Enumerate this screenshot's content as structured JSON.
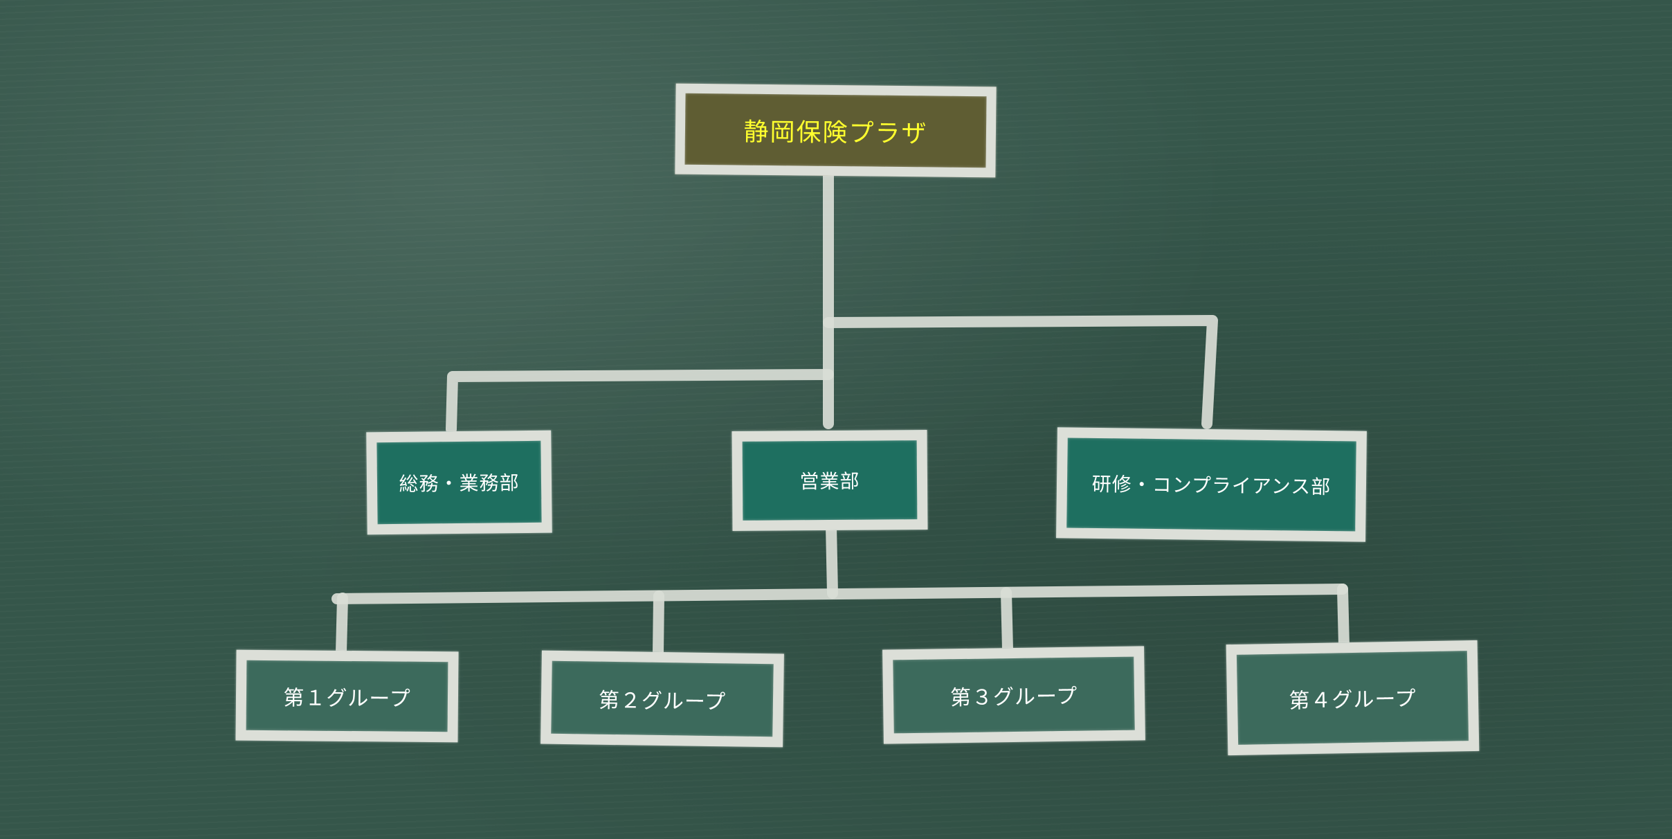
{
  "diagram": {
    "root": {
      "label": "静岡保険プラザ"
    },
    "departments": [
      {
        "label": "総務・業務部"
      },
      {
        "label": "営業部"
      },
      {
        "label": "研修・コンプライアンス部"
      }
    ],
    "groups": [
      {
        "label": "第１グループ"
      },
      {
        "label": "第２グループ"
      },
      {
        "label": "第３グループ"
      },
      {
        "label": "第４グループ"
      }
    ]
  },
  "colors": {
    "board": "#35564a",
    "chalk": "#dcdfd8",
    "root_fill": "#5f5d33",
    "root_text": "#ffff2e",
    "department_fill": "#1e6f60",
    "group_fill": "#3c6a5c"
  }
}
